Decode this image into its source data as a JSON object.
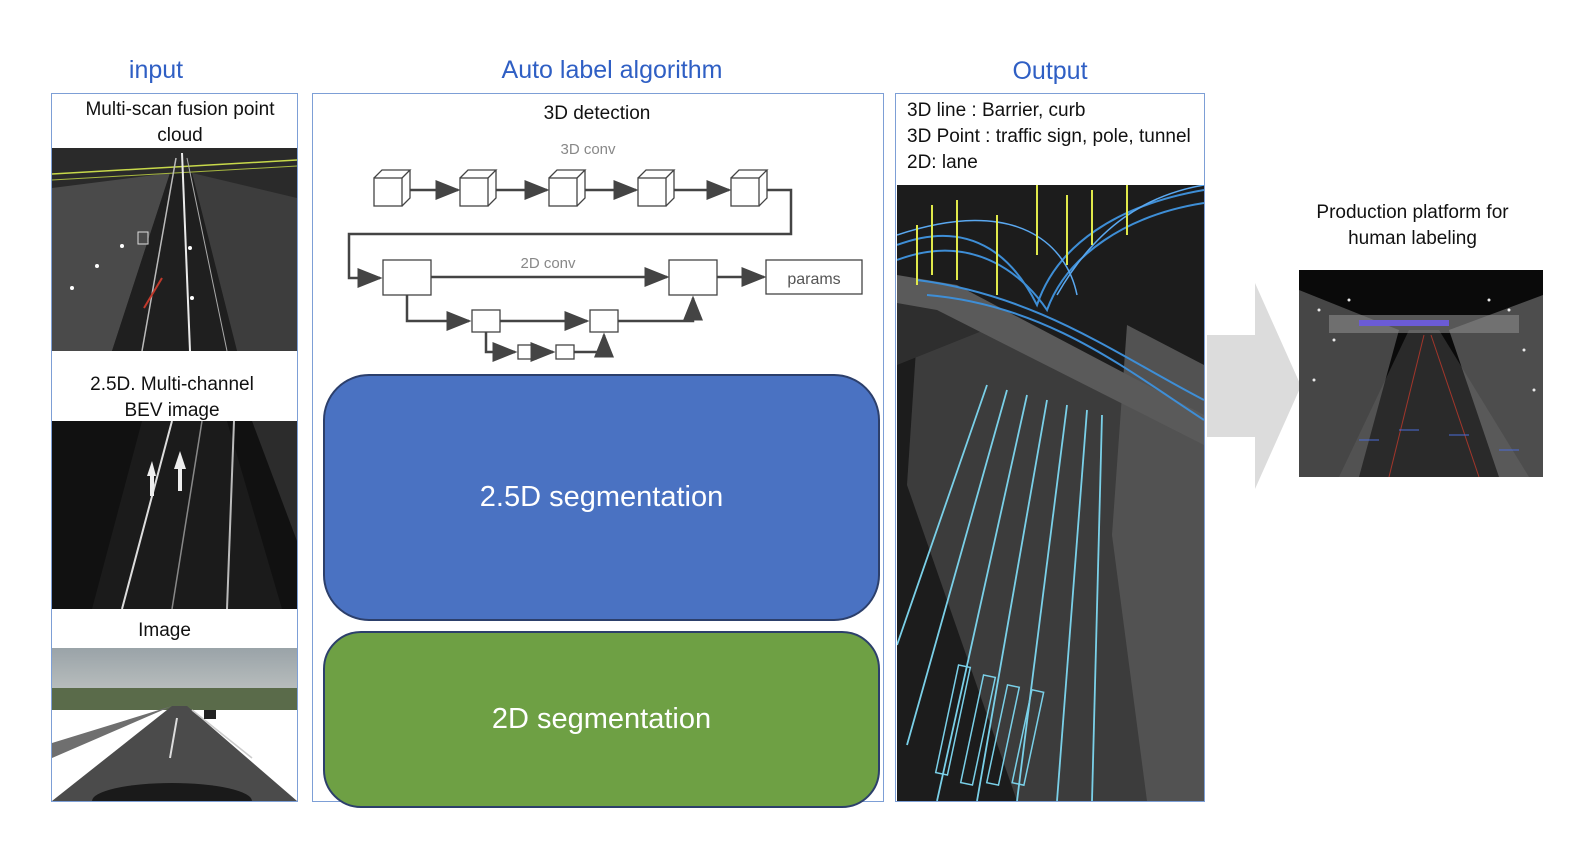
{
  "headings": {
    "input": "input",
    "algorithm": "Auto label algorithm",
    "output": "Output"
  },
  "input_panel": {
    "point_cloud_caption": "Multi-scan fusion point cloud",
    "bev_caption": "2.5D. Multi-channel BEV image",
    "image_caption": "Image"
  },
  "algorithm_panel": {
    "detection_title": "3D detection",
    "conv3d_label": "3D conv",
    "conv2d_label": "2D conv",
    "params_label": "params",
    "seg25d_label": "2.5D segmentation",
    "seg2d_label": "2D segmentation"
  },
  "output_panel": {
    "lines": [
      "3D line : Barrier, curb",
      "3D Point : traffic sign, pole, tunnel",
      "2D:  lane"
    ]
  },
  "production": {
    "caption": "Production platform for human labeling"
  },
  "colors": {
    "heading_blue": "#2f5fc4",
    "panel_border": "#7d9fd6",
    "seg25d_fill": "#4a72c2",
    "seg2d_fill": "#6ea044",
    "arrow_gray": "#dcdcdc"
  }
}
